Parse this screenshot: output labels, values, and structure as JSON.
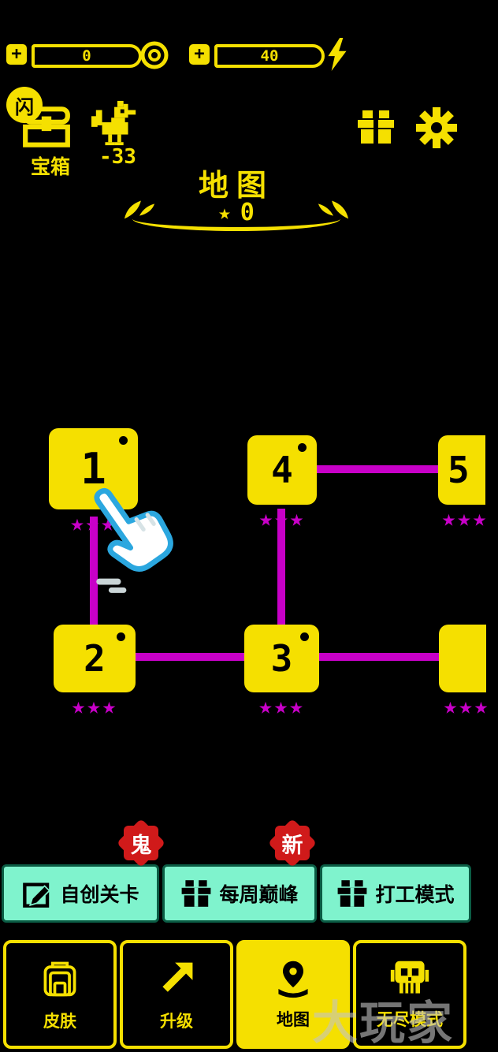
{
  "colors": {
    "yellow": "#F5E000",
    "magenta": "#C800C8",
    "cyan": "#7FF3CD",
    "red": "#D01A1A",
    "background": "#000000"
  },
  "currency": {
    "plus": "+",
    "coins": {
      "value": "0"
    },
    "energy": {
      "value": "40"
    }
  },
  "header": {
    "flash_badge": "闪",
    "chest_label": "宝箱",
    "rooster_count": "-33"
  },
  "title": {
    "text": "地图",
    "star_count": "0"
  },
  "map": {
    "levels": [
      {
        "number": "1",
        "stars": "★★★"
      },
      {
        "number": "4",
        "stars": "★★★"
      },
      {
        "number": "5",
        "stars": "★★★"
      },
      {
        "number": "2",
        "stars": "★★★"
      },
      {
        "number": "3",
        "stars": "★★★"
      },
      {
        "number": "",
        "stars": "★★★"
      }
    ]
  },
  "modes": [
    {
      "badge": "鬼",
      "label": "自创关卡"
    },
    {
      "badge": "新",
      "label": "每周巅峰"
    },
    {
      "badge": "",
      "label": "打工模式"
    }
  ],
  "nav": [
    {
      "label": "皮肤"
    },
    {
      "label": "升级"
    },
    {
      "label": "地图"
    },
    {
      "label": "无尽模式"
    }
  ],
  "watermark": "大玩家"
}
